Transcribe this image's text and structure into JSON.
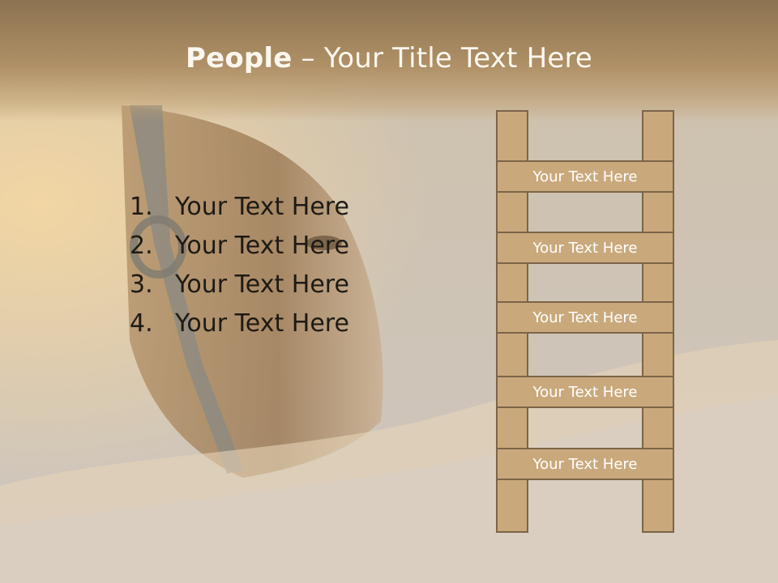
{
  "title": {
    "bold": "People",
    "rest": " – Your Title Text Here"
  },
  "list": [
    {
      "num": "1.",
      "text": "Your Text Here"
    },
    {
      "num": "2.",
      "text": "Your Text Here"
    },
    {
      "num": "3.",
      "text": "Your Text Here"
    },
    {
      "num": "4.",
      "text": "Your Text Here"
    }
  ],
  "ladder": {
    "rungs": [
      "Your Text Here",
      "Your Text Here",
      "Your Text Here",
      "Your Text Here",
      "Your Text Here"
    ],
    "color": "#c9a97c",
    "border_color": "#7c6448"
  },
  "colors": {
    "title_bar": "#a78a60",
    "title_text": "#fbf7ef",
    "body_text": "#1e1a14"
  },
  "background": {
    "subject": "close-up of a horse's face with bridle"
  }
}
